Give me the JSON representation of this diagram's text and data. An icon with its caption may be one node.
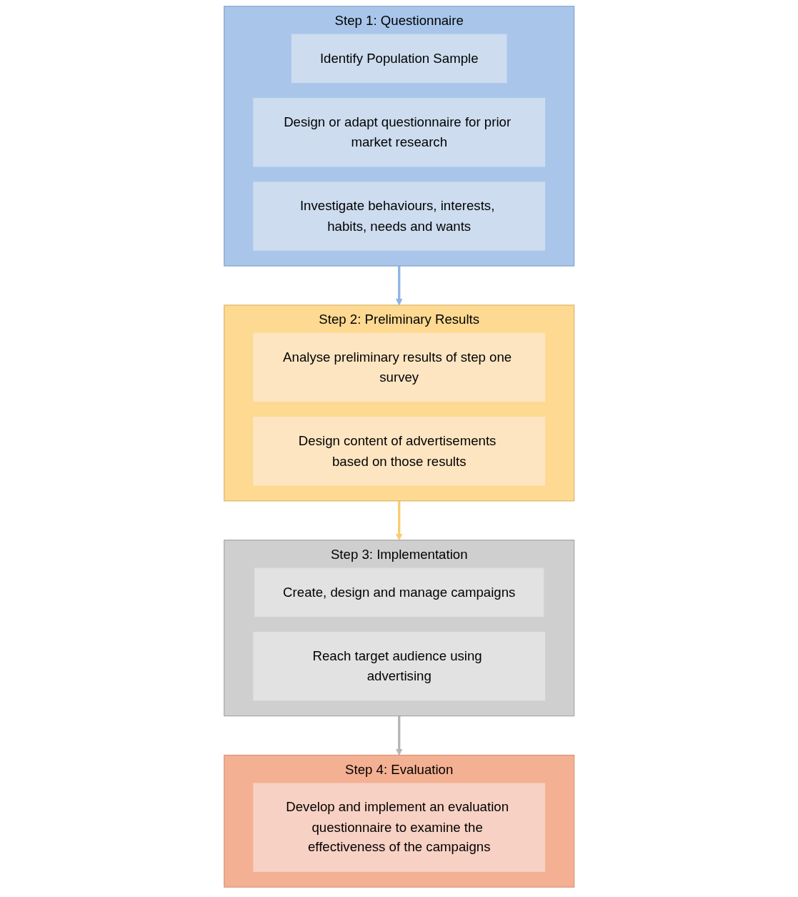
{
  "diagram": {
    "nodes": [
      {
        "text": [
          "Step 1: Questionnaire"
        ]
      },
      {
        "text": [
          "Identify Population Sample"
        ],
        "in": 0
      },
      {
        "text": [
          "Design or adapt questionnaire for prior market research"
        ],
        "in": 0
      },
      {
        "text": [
          "Investigate behaviours, interests, habits, needs and wants"
        ],
        "in": 0
      },
      {
        "text": [
          "Step 2: Preliminary Results"
        ]
      },
      {
        "text": [
          "Analyse preliminary results of step one survey"
        ],
        "in": 4
      },
      {
        "text": [
          "Design content of advertisements based on those results"
        ],
        "in": 4
      },
      {
        "text": [
          "Step 3: Implementation"
        ]
      },
      {
        "text": [
          "Create, design and manage campaigns"
        ],
        "in": 7
      },
      {
        "text": [
          "Reach target audience using advertising"
        ],
        "in": 7
      },
      {
        "text": [
          "Step 4: Evaluation"
        ]
      },
      {
        "text": [
          "Develop and implement an evaluation questionnaire to examine the effectiveness of the campaigns"
        ],
        "in": 10
      }
    ],
    "edges": [
      {
        "from": 0,
        "to": 4,
        "arrow": "to",
        "color": "#8fb4e3"
      },
      {
        "from": 4,
        "to": 7,
        "arrow": "to",
        "color": "#f9cc6e"
      },
      {
        "from": 7,
        "to": 10,
        "arrow": "to",
        "color": "#b5b5b5"
      }
    ]
  }
}
